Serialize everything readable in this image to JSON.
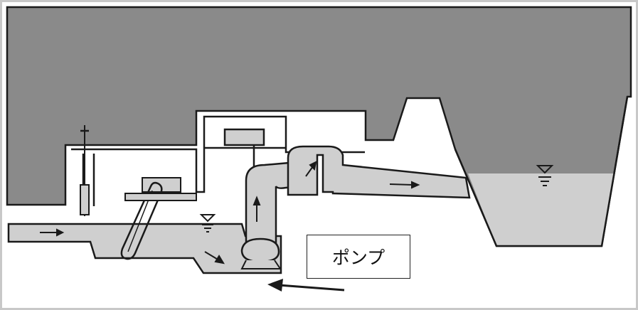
{
  "colors": {
    "ground": "#8a8a8a",
    "water": "#cfcfcf",
    "line": "#1a1a1a",
    "frame": "#c8c8c8",
    "background": "#ffffff"
  },
  "diagram": {
    "callout_label": "ポンプ",
    "water_level_symbols": [
      "water-level-sump",
      "water-level-river"
    ],
    "flow_arrows": 5
  }
}
